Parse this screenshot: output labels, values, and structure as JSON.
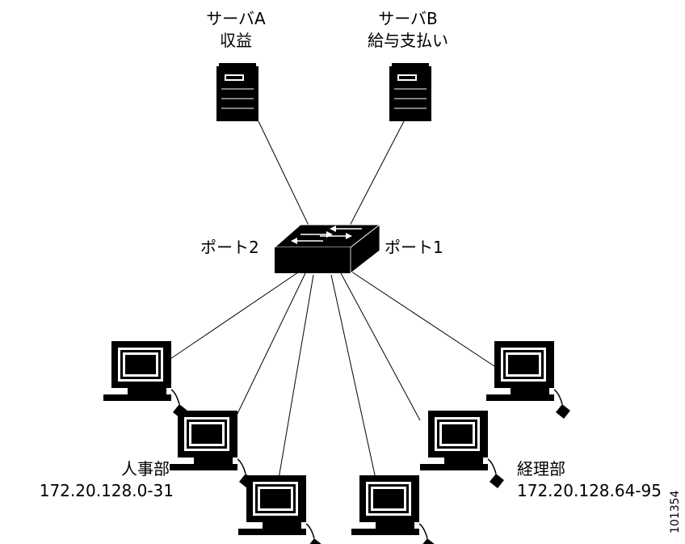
{
  "servers": {
    "a": {
      "name": "サーバA",
      "role": "収益"
    },
    "b": {
      "name": "サーバB",
      "role": "給与支払い"
    }
  },
  "switch": {
    "port_left": "ポート2",
    "port_right": "ポート1"
  },
  "groups": {
    "hr": {
      "name": "人事部",
      "subnet": "172.20.128.0-31"
    },
    "accounting": {
      "name": "経理部",
      "subnet": "172.20.128.64-95"
    }
  },
  "figure_id": "101354",
  "colors": {
    "ink": "#000000",
    "paper": "#ffffff"
  }
}
